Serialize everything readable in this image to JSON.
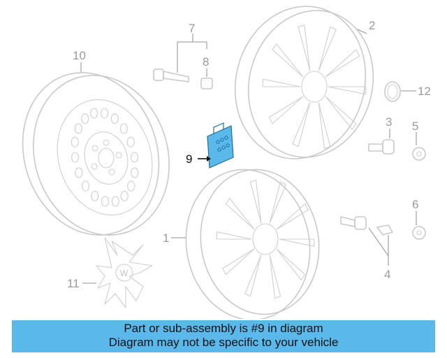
{
  "diagram": {
    "callouts": [
      {
        "id": "1",
        "label": "1",
        "highlighted": false
      },
      {
        "id": "2",
        "label": "2",
        "highlighted": false
      },
      {
        "id": "3",
        "label": "3",
        "highlighted": false
      },
      {
        "id": "4",
        "label": "4",
        "highlighted": false
      },
      {
        "id": "5",
        "label": "5",
        "highlighted": false
      },
      {
        "id": "6",
        "label": "6",
        "highlighted": false
      },
      {
        "id": "7",
        "label": "7",
        "highlighted": false
      },
      {
        "id": "8",
        "label": "8",
        "highlighted": false
      },
      {
        "id": "9",
        "label": "9",
        "highlighted": true
      },
      {
        "id": "10",
        "label": "10",
        "highlighted": false
      },
      {
        "id": "11",
        "label": "11",
        "highlighted": false
      },
      {
        "id": "12",
        "label": "12",
        "highlighted": false
      }
    ],
    "highlight_color": "#5bb8ea",
    "outline_color": "#c9c9c9"
  },
  "caption": {
    "line1": "Part or sub-assembly is #9 in diagram",
    "line2": "Diagram may not be specific to your vehicle",
    "background": "#5bb8ea"
  }
}
